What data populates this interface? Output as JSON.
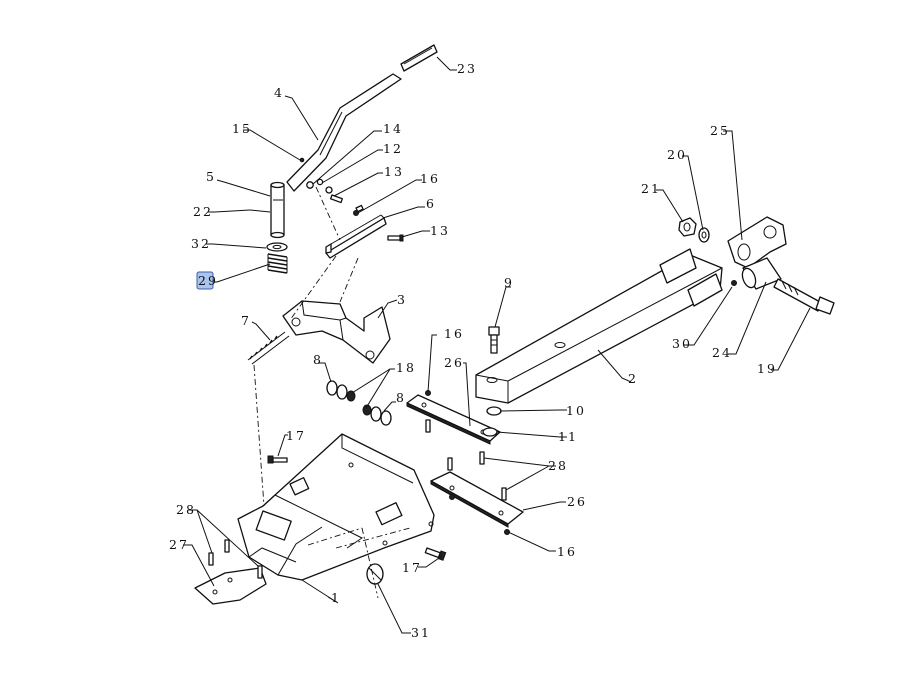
{
  "diagram": {
    "highlighted_callout": "29",
    "highlight_color": "#aac4ee",
    "line_color": "#111111",
    "callouts": {
      "c1": "1",
      "c2": "2",
      "c3": "3",
      "c4": "4",
      "c5": "5",
      "c6": "6",
      "c7": "7",
      "c8a": "8",
      "c8b": "8",
      "c9": "9",
      "c10": "10",
      "c11": "11",
      "c12": "12",
      "c13a": "13",
      "c13b": "13",
      "c14": "14",
      "c15": "15",
      "c16a": "16",
      "c16b": "16",
      "c16c": "16",
      "c17a": "17",
      "c17b": "17",
      "c18": "18",
      "c19": "19",
      "c20": "20",
      "c21": "21",
      "c22": "22",
      "c23": "23",
      "c24": "24",
      "c25": "25",
      "c26a": "26",
      "c26b": "26",
      "c27": "27",
      "c28a": "28",
      "c28b": "28",
      "c29": "29",
      "c30": "30",
      "c31": "31",
      "c32": "32"
    }
  }
}
